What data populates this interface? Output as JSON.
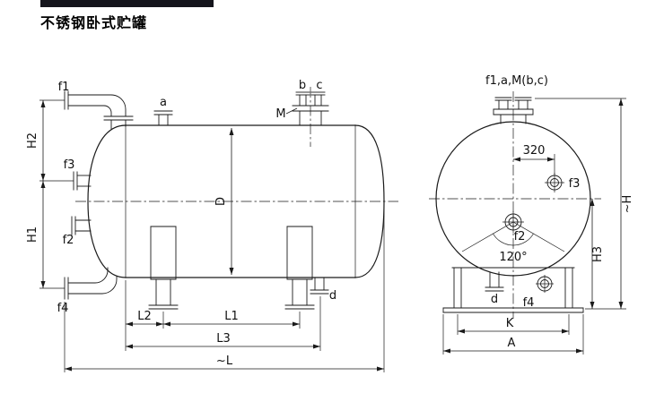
{
  "page": {
    "title": "不锈钢卧式贮罐"
  },
  "colors": {
    "ink": "#1a1a1a",
    "background": "#ffffff"
  },
  "side_view": {
    "nozzle_labels": {
      "f1": "f1",
      "a": "a",
      "b": "b",
      "c": "c",
      "m": "M",
      "f3": "f3",
      "f2": "f2",
      "f4": "f4",
      "d": "d"
    },
    "dim_labels": {
      "h2": "H2",
      "h1": "H1",
      "diameter": "D",
      "l2": "L2",
      "l1": "L1",
      "l3": "L3",
      "overall_length": "~L"
    }
  },
  "end_view": {
    "top_nozzle_group": "f1,a,M(b,c)",
    "nozzle_labels": {
      "f3": "f3",
      "f2": "f2",
      "f4": "f4",
      "d": "d"
    },
    "dim_labels": {
      "nozzle_offset": "320",
      "nozzle_angle": "120°",
      "h3": "H3",
      "overall_height": "~H",
      "k": "K",
      "a": "A"
    }
  }
}
